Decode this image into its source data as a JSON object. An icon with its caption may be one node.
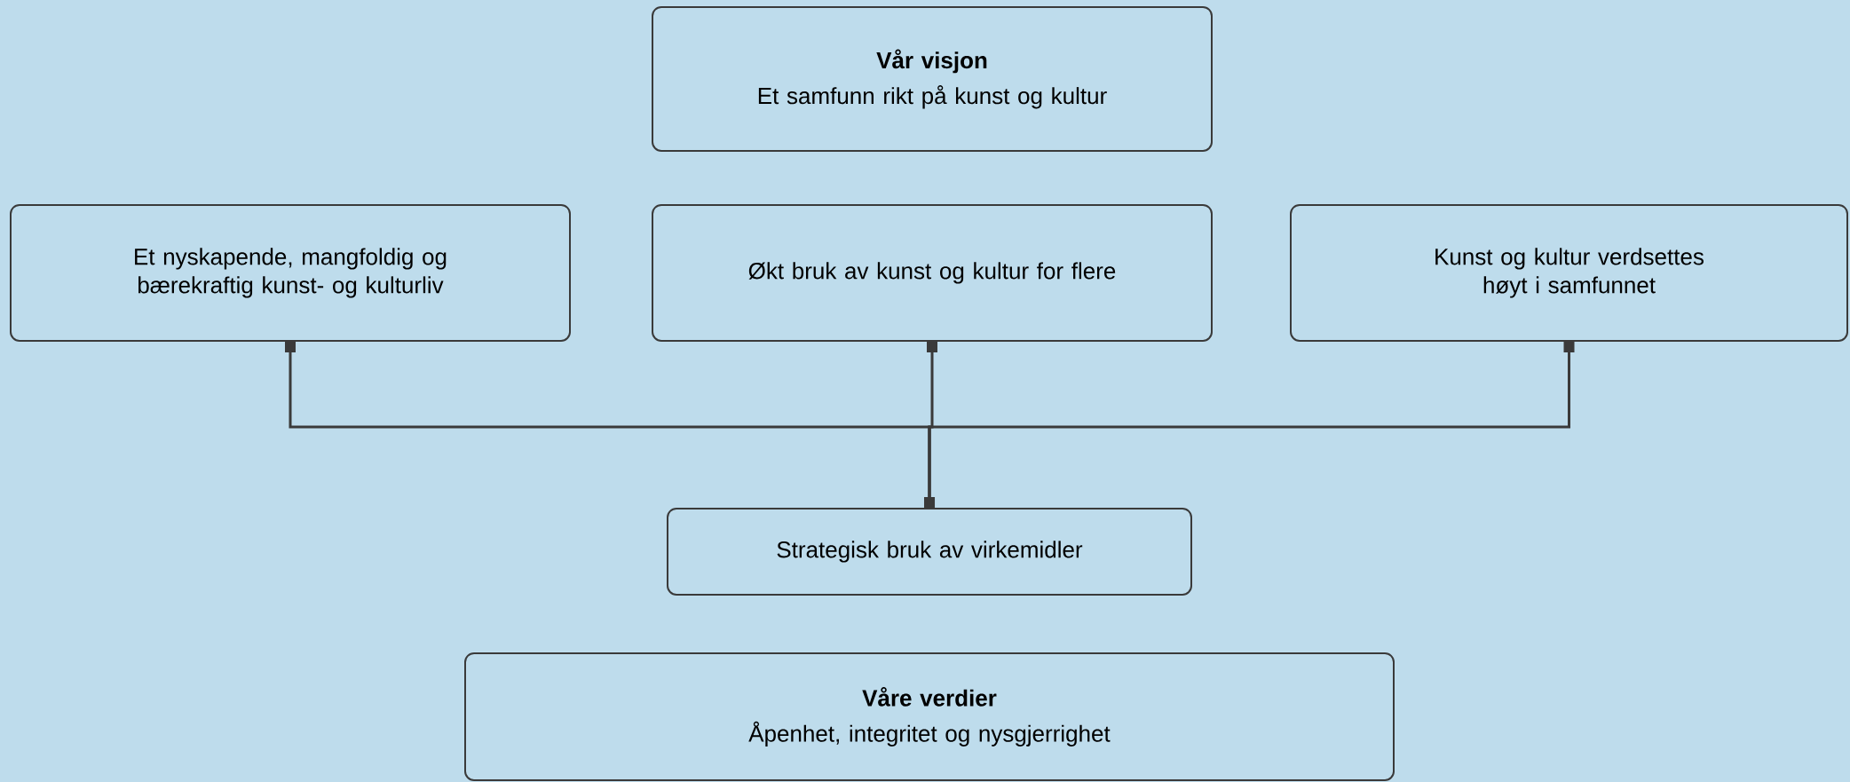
{
  "diagram": {
    "nodes": [
      {
        "text": [
          "Vår visjon",
          "Et samfunn rikt på kunst og kultur"
        ]
      },
      {
        "text": [
          "Et nyskapende, mangfoldig og bærekraftig kunst- og kulturliv"
        ]
      },
      {
        "text": [
          "Økt bruk av kunst og kultur for flere"
        ]
      },
      {
        "text": [
          "Kunst og kultur verdsettes høyt i samfunnet"
        ]
      },
      {
        "text": [
          "Strategisk bruk av virkemidler"
        ]
      },
      {
        "text": [
          "Våre verdier",
          "Åpenhet, integritet og nysgjerrighet"
        ]
      }
    ],
    "edges": [
      {
        "from": 1,
        "to": 4,
        "arrow": "other"
      },
      {
        "from": 2,
        "to": 4,
        "arrow": "other"
      },
      {
        "from": 3,
        "to": 4,
        "arrow": "other"
      }
    ]
  }
}
